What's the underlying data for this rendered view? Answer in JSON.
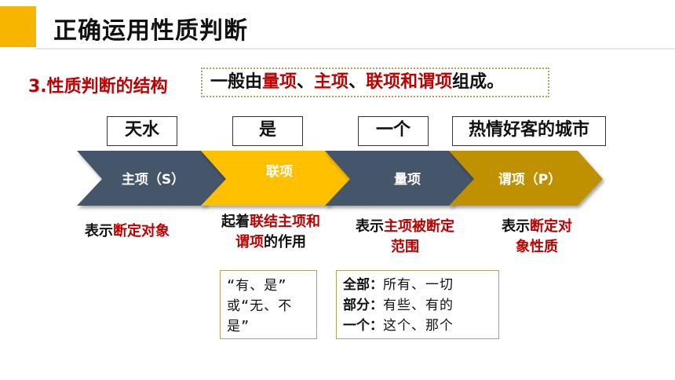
{
  "title": "正确运用性质判断",
  "section": {
    "label": "3.性质判断的结构",
    "intro": {
      "before": "一般由",
      "item1": "量项",
      "sep1": "、",
      "item2": "主项",
      "sep2": "、",
      "item3": "联项和谓项",
      "after": "组成。"
    }
  },
  "examples": [
    "天水",
    "是",
    "一个",
    "热情好客的城市"
  ],
  "arrows": [
    {
      "label": "主项（S）",
      "color": "#44546A"
    },
    {
      "label": "联项",
      "color": "#FFC000"
    },
    {
      "label": "量项",
      "color": "#44546A"
    },
    {
      "label": "谓项（P）",
      "color": "#BF9000"
    }
  ],
  "descriptions": {
    "subject": {
      "pre": "表示",
      "em": "断定对象"
    },
    "copula": {
      "pre": "起着",
      "em1": "联结主项和",
      "em2": "谓项",
      "post": "的作用"
    },
    "quantifier": {
      "pre": "表示",
      "em1": "主项被断定",
      "em2": "范围"
    },
    "predicate": {
      "pre": "表示",
      "em1": "断定对",
      "em2": "象性质"
    }
  },
  "notes": {
    "copula": [
      "“有、是”",
      "或“无、不",
      "是”"
    ],
    "quantifier": [
      {
        "key": "全部：",
        "value": "所有、一切"
      },
      {
        "key": "部分：",
        "value": "有些、有的"
      },
      {
        "key": "一个：",
        "value": "这个、那个"
      }
    ]
  }
}
